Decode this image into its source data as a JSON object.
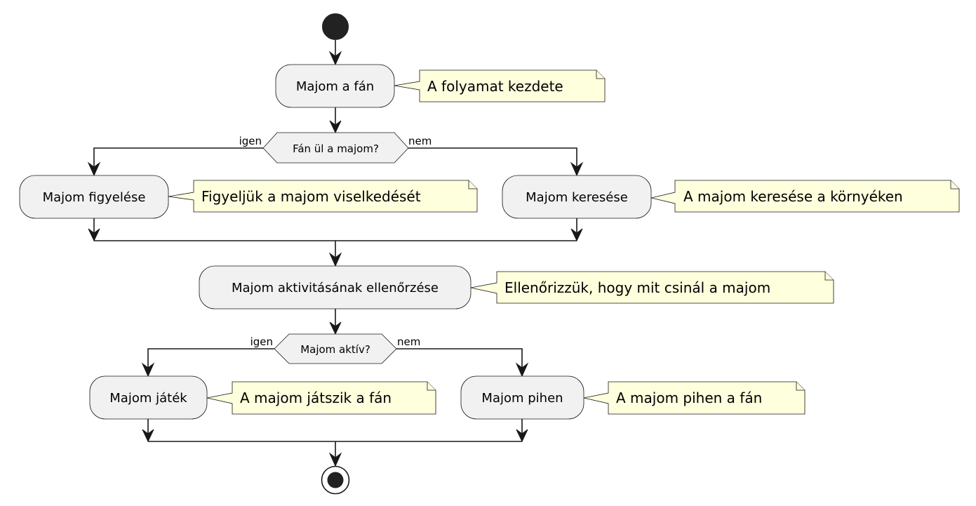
{
  "diagram": {
    "type": "activity",
    "start": {
      "label": "start"
    },
    "end": {
      "label": "stop"
    },
    "activities": {
      "a1": {
        "label": "Majom a fán",
        "note": "A folyamat kezdete"
      },
      "a2": {
        "label": "Majom figyelése",
        "note": "Figyeljük a majom viselkedését"
      },
      "a3": {
        "label": "Majom keresése",
        "note": "A majom keresése a környéken"
      },
      "a4": {
        "label": "Majom aktivitásának ellenőrzése",
        "note": "Ellenőrizzük, hogy mit csinál a majom"
      },
      "a5": {
        "label": "Majom játék",
        "note": "A majom játszik a fán"
      },
      "a6": {
        "label": "Majom pihen",
        "note": "A majom pihen a fán"
      }
    },
    "decisions": {
      "d1": {
        "label": "Fán ül a majom?",
        "yes": "igen",
        "no": "nem"
      },
      "d2": {
        "label": "Majom aktív?",
        "yes": "igen",
        "no": "nem"
      }
    },
    "colors": {
      "activity_fill": "#F1F1F1",
      "note_fill": "#FEFFDD",
      "stroke": "#181818",
      "start_fill": "#222222"
    }
  }
}
